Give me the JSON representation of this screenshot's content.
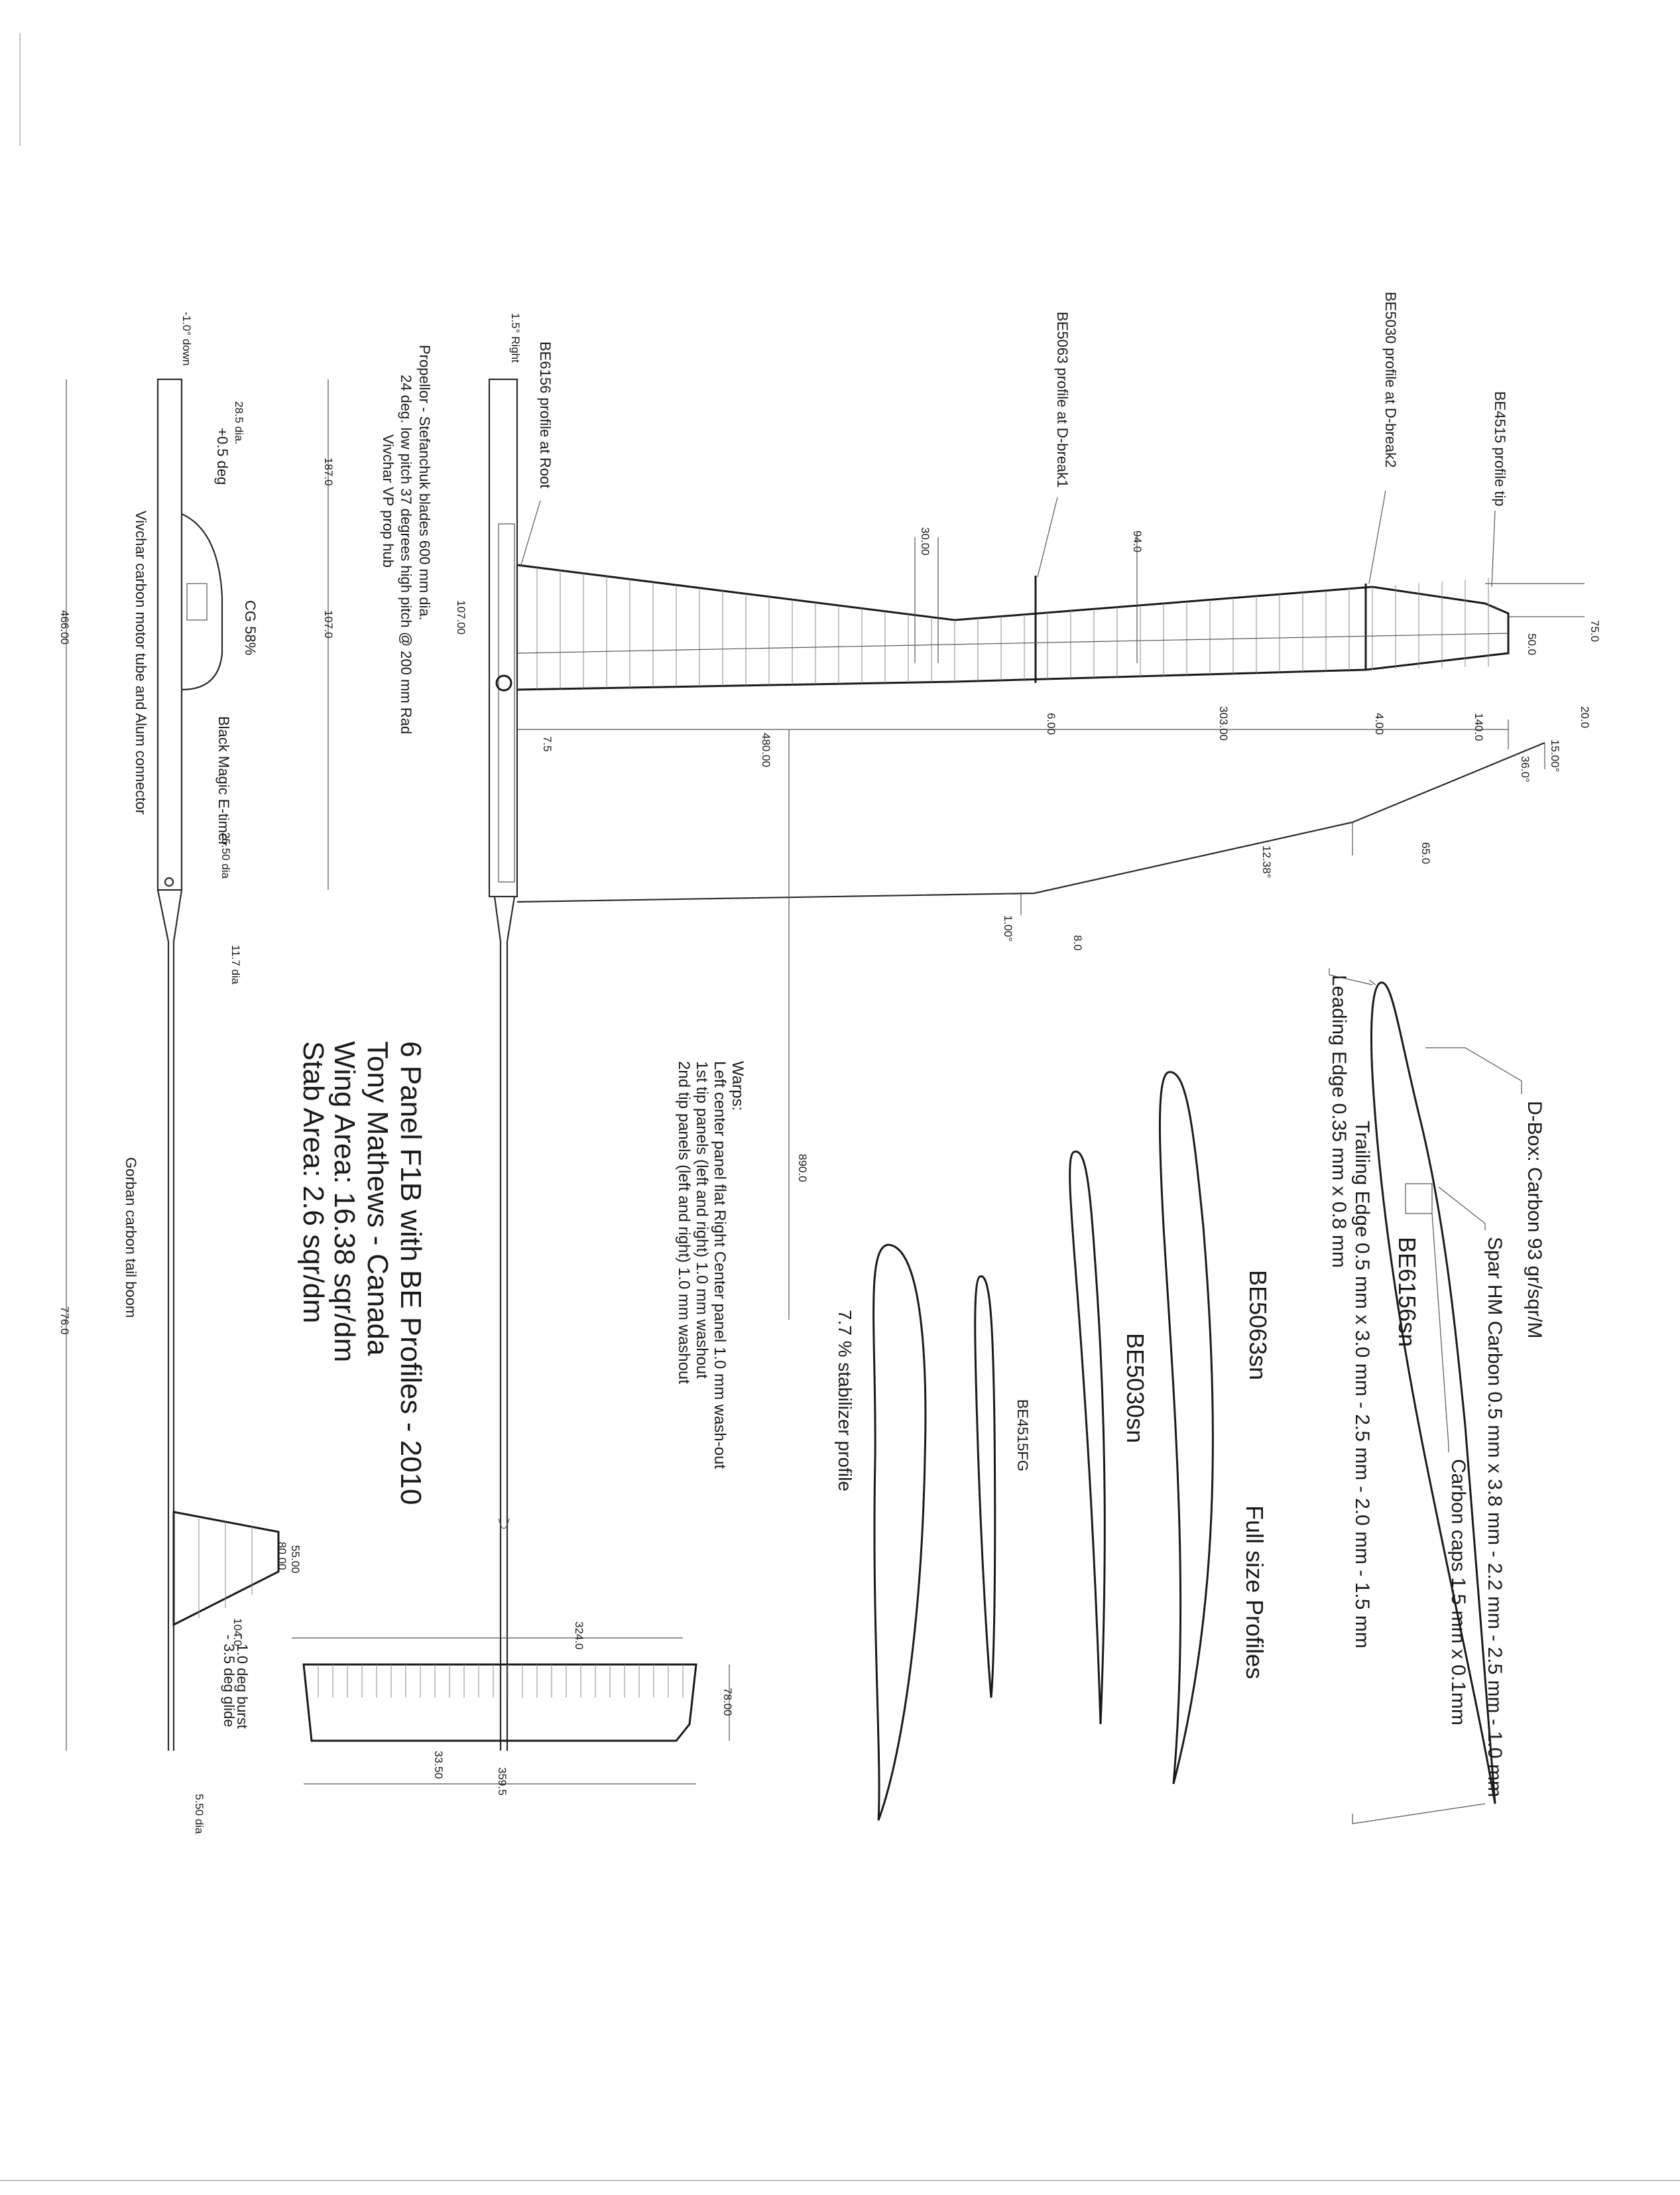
{
  "drawing": {
    "title": "6 Panel F1B with BE Profiles - 2010",
    "author": "Tony Mathews - Canada",
    "wing_area": "Wing Area: 16.38 sqr/dm",
    "stab_area": "Stab Area: 2.6 sqr/dm"
  },
  "profiles": {
    "heading": "Full size Profiles",
    "be6156": "BE6156sn",
    "be5063": "BE5063sn",
    "be5030": "BE5030sn",
    "be4515": "BE4515FG",
    "stab": "7.7 % stabilizer profile",
    "dbox": "D-Box: Carbon 93 gr/sqr/M",
    "spar": "Spar HM Carbon 0.5 mm x 3.8 mm - 2.2 mm - 2.5 mm - 1.0 mm",
    "caps": "Carbon caps 1.5 mm x 0.1mm",
    "trailing_edge": "Trailing Edge 0.5 mm x 3.0 mm - 2.5 mm - 2.0 mm - 1.5 mm",
    "leading_edge": "Leading Edge 0.35 mm x 0.8 mm"
  },
  "warps": {
    "heading": "Warps:",
    "line1": "Left center panel flat Right Center panel 1.0 mm wash-out",
    "line2": "1st tip panels (left and right) 1.0 mm washout",
    "line3": "2nd tip panels (left and right) 1.0 mm washout"
  },
  "wing_labels": {
    "tip": "BE4515 profile tip",
    "dbreak2": "BE5030 profile at D-break2",
    "dbreak1": "BE5063 profile at D-break1",
    "root": "BE6156 profile at Root",
    "right": "1.5° Right"
  },
  "propeller": {
    "line1": "Propellor - Stefanchuk blades 600 mm dia.",
    "line2": "24 deg. low pitch 37 degrees high pitch @ 200 mm Rad",
    "line3": "Vivchar VP prop hub"
  },
  "fuselage": {
    "down": "-1.0° down",
    "dia28": "28.5 dia.",
    "incidence": "+0.5 deg",
    "cg": "CG 58%",
    "timer": "Black Magic E-timer",
    "motor_tube": "Vivchar carbon motor tube and Alum connector",
    "dia25": "25.50 dia",
    "dia11": "11.7 dia",
    "boom": "Gorban carbon tail boom",
    "dia5": "5.50 dia",
    "burst": "- 1.0 deg burst",
    "glide": "- 3.5 deg glide"
  },
  "dimensions": {
    "d75": "75.0",
    "d50": "50.0",
    "d20": "20.0",
    "d15": "15.00°",
    "d36": "36.0°",
    "d65": "65.0",
    "d1238": "12.38°",
    "d100": "1.00°",
    "d8": "8.0",
    "d140": "140.0",
    "d4": "4.00",
    "d303": "303.00",
    "d94": "94.0",
    "d6": "6.00",
    "d30": "30.00",
    "d480": "480.00",
    "d107w": "107.00",
    "d75b": "7.5",
    "d890": "890.0",
    "d187": "187.0",
    "d107f": "107.0",
    "d466": "466.00",
    "d776": "776.0",
    "d80": "80.00",
    "d55": "55.00",
    "d104": "104.0",
    "d324": "324.0",
    "d78": "78.00",
    "d3595": "359.5",
    "d335": "33.50"
  }
}
